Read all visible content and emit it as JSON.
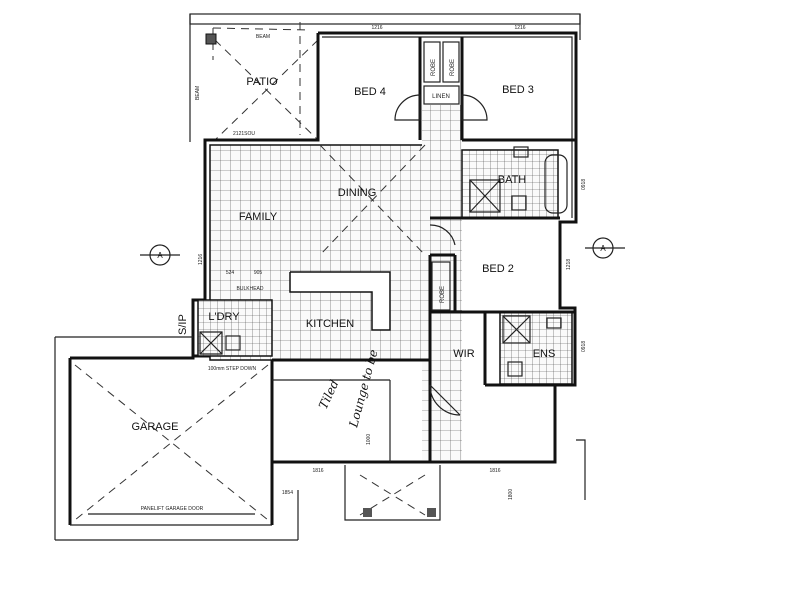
{
  "rooms": {
    "patio": "PATIO",
    "bed4": "BED 4",
    "bed3": "BED 3",
    "robe_a": "ROBE",
    "robe_b": "ROBE",
    "linen": "LINEN",
    "dining": "DINING",
    "bath": "BATH",
    "family": "FAMILY",
    "bed2": "BED 2",
    "robe_bed2": "ROBE",
    "ldry": "L'DRY",
    "kitchen": "KITCHEN",
    "wir": "WIR",
    "ens": "ENS",
    "garage": "GARAGE"
  },
  "notes": {
    "garage_door": "PANELIFT GARAGE DOOR",
    "step_down": "100mm STEP DOWN",
    "bulkhead": "BULKHEAD",
    "slip": "S/IP",
    "section_marker": "A",
    "handwritten_tiled": "Tiled",
    "handwritten_lounge": "Lounge to be"
  },
  "dimensions": {
    "top_bed4": "1216",
    "top_bed3": "1216",
    "left_wall": "1216",
    "bottom_left": "1816",
    "bottom_right": "1816",
    "entry_height": "1000",
    "porch": "1800",
    "patio_edge": "2121SOU",
    "bath_side": "0918",
    "bed2_side": "1218",
    "ens_side": "0918",
    "ldry_a": "524",
    "ldry_b": "905",
    "garage_corner": "1854",
    "beam_top": "BEAM",
    "beam_side": "BEAM"
  }
}
